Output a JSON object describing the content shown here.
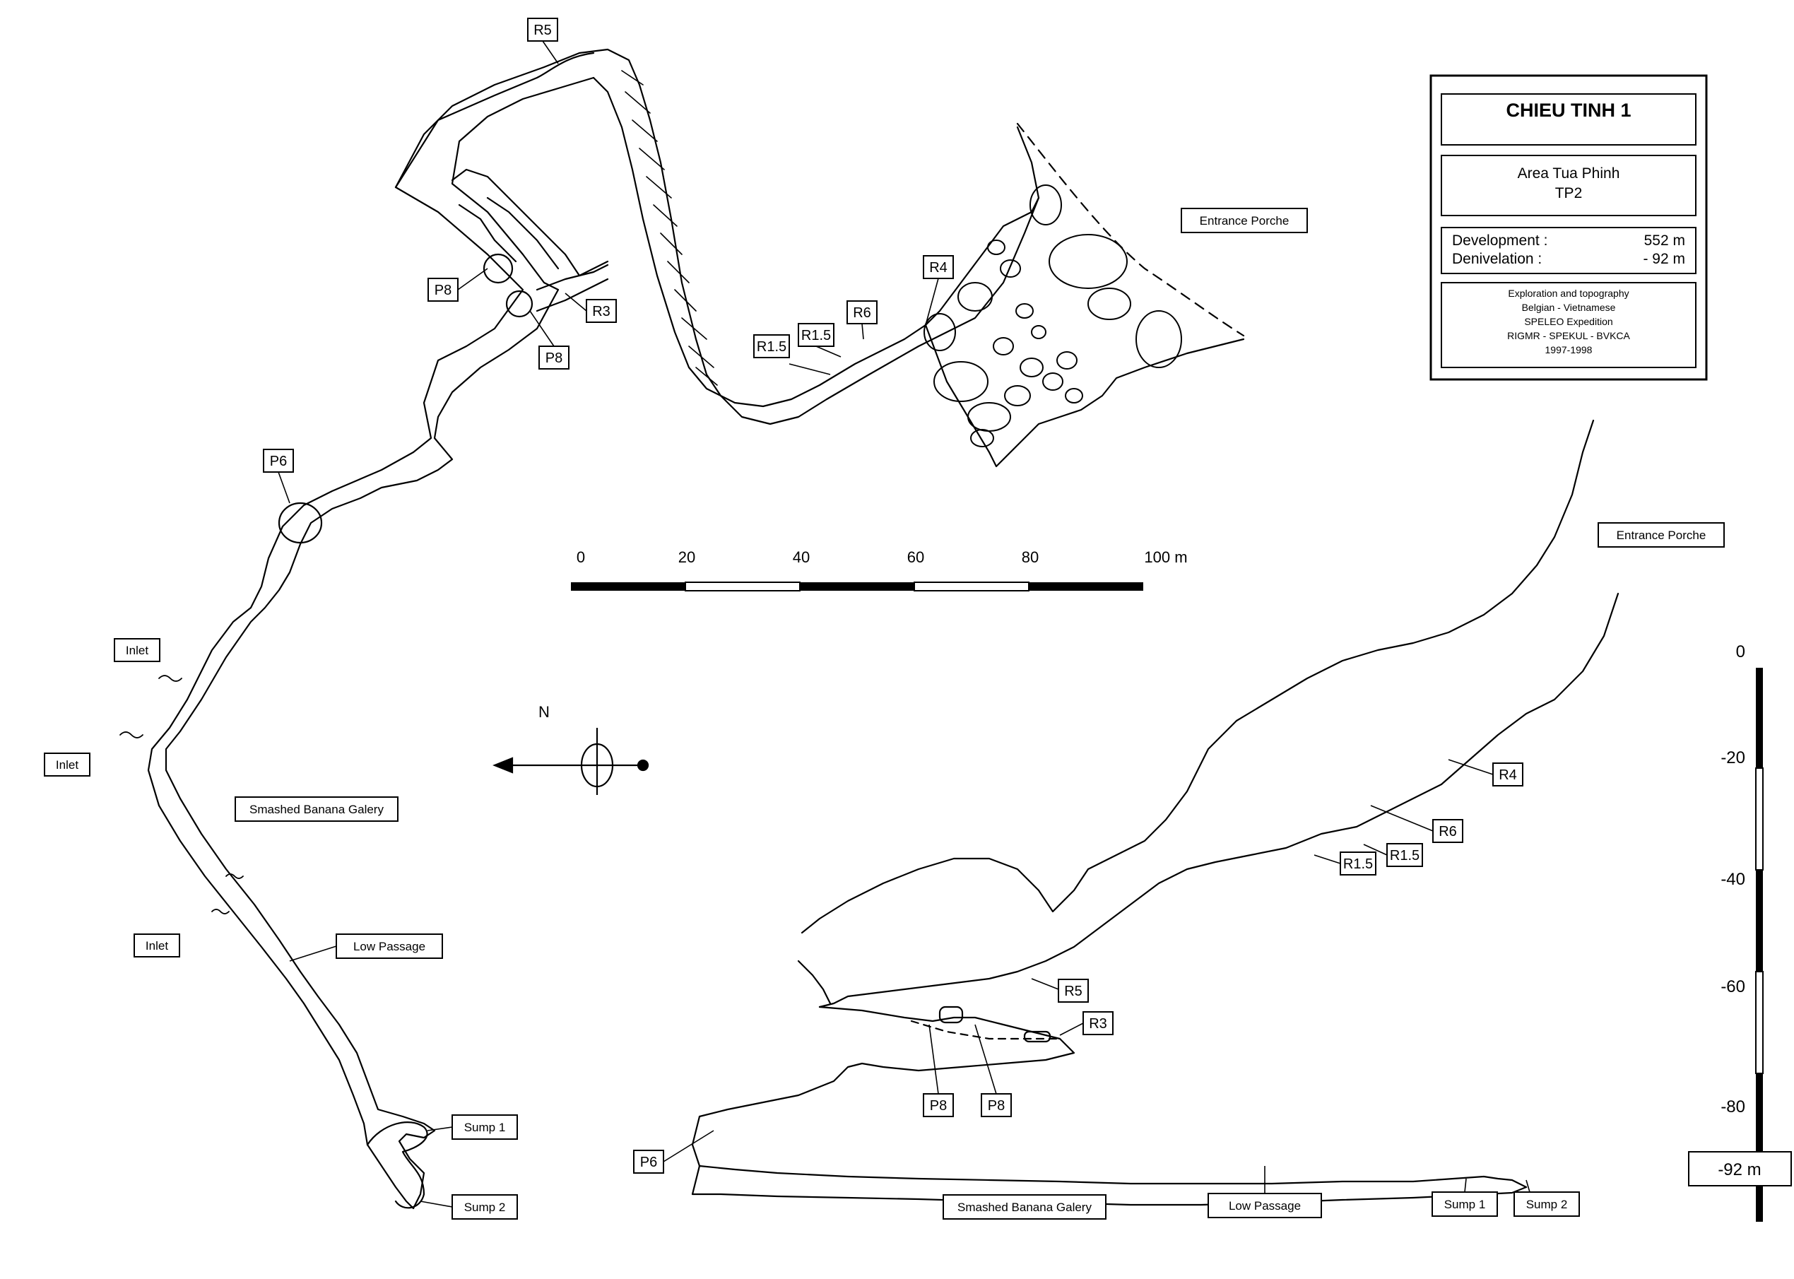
{
  "title_block": {
    "title": "CHIEU TINH 1",
    "area": "Area Tua Phinh",
    "code": "TP2",
    "development_label": "Development :",
    "development_value": "552 m",
    "denivelation_label": "Denivelation :",
    "denivelation_value": "- 92 m",
    "credits": [
      "Exploration and topography",
      "Belgian - Vietnamese",
      "SPELEO Expedition",
      "RIGMR - SPEKUL - BVKCA",
      "1997-1998"
    ]
  },
  "plan_labels": {
    "r5": "R5",
    "p8_upper": "P8",
    "p8_lower": "P8",
    "r3": "R3",
    "p6": "P6",
    "r4": "R4",
    "r6": "R6",
    "r1_5_a": "R1.5",
    "r1_5_b": "R1.5",
    "entrance": "Entrance Porche",
    "inlet_1": "Inlet",
    "inlet_2": "Inlet",
    "inlet_3": "Inlet",
    "gallery": "Smashed Banana Galery",
    "low_passage": "Low Passage",
    "sump1": "Sump 1",
    "sump2": "Sump 2"
  },
  "section_labels": {
    "entrance": "Entrance Porche",
    "r4": "R4",
    "r6": "R6",
    "r1_5_a": "R1.5",
    "r1_5_b": "R1.5",
    "r5": "R5",
    "r3": "R3",
    "p8_a": "P8",
    "p8_b": "P8",
    "p6": "P6",
    "gallery": "Smashed Banana Galery",
    "low_passage": "Low Passage",
    "sump1": "Sump 1",
    "sump2": "Sump 2"
  },
  "scale_bar": {
    "ticks": [
      "0",
      "20",
      "40",
      "60",
      "80",
      "100 m"
    ]
  },
  "north_arrow": {
    "label": "N"
  },
  "depth_scale": {
    "ticks": [
      "0",
      "-20",
      "-40",
      "-60",
      "-80"
    ],
    "bottom_label": "-92 m"
  }
}
